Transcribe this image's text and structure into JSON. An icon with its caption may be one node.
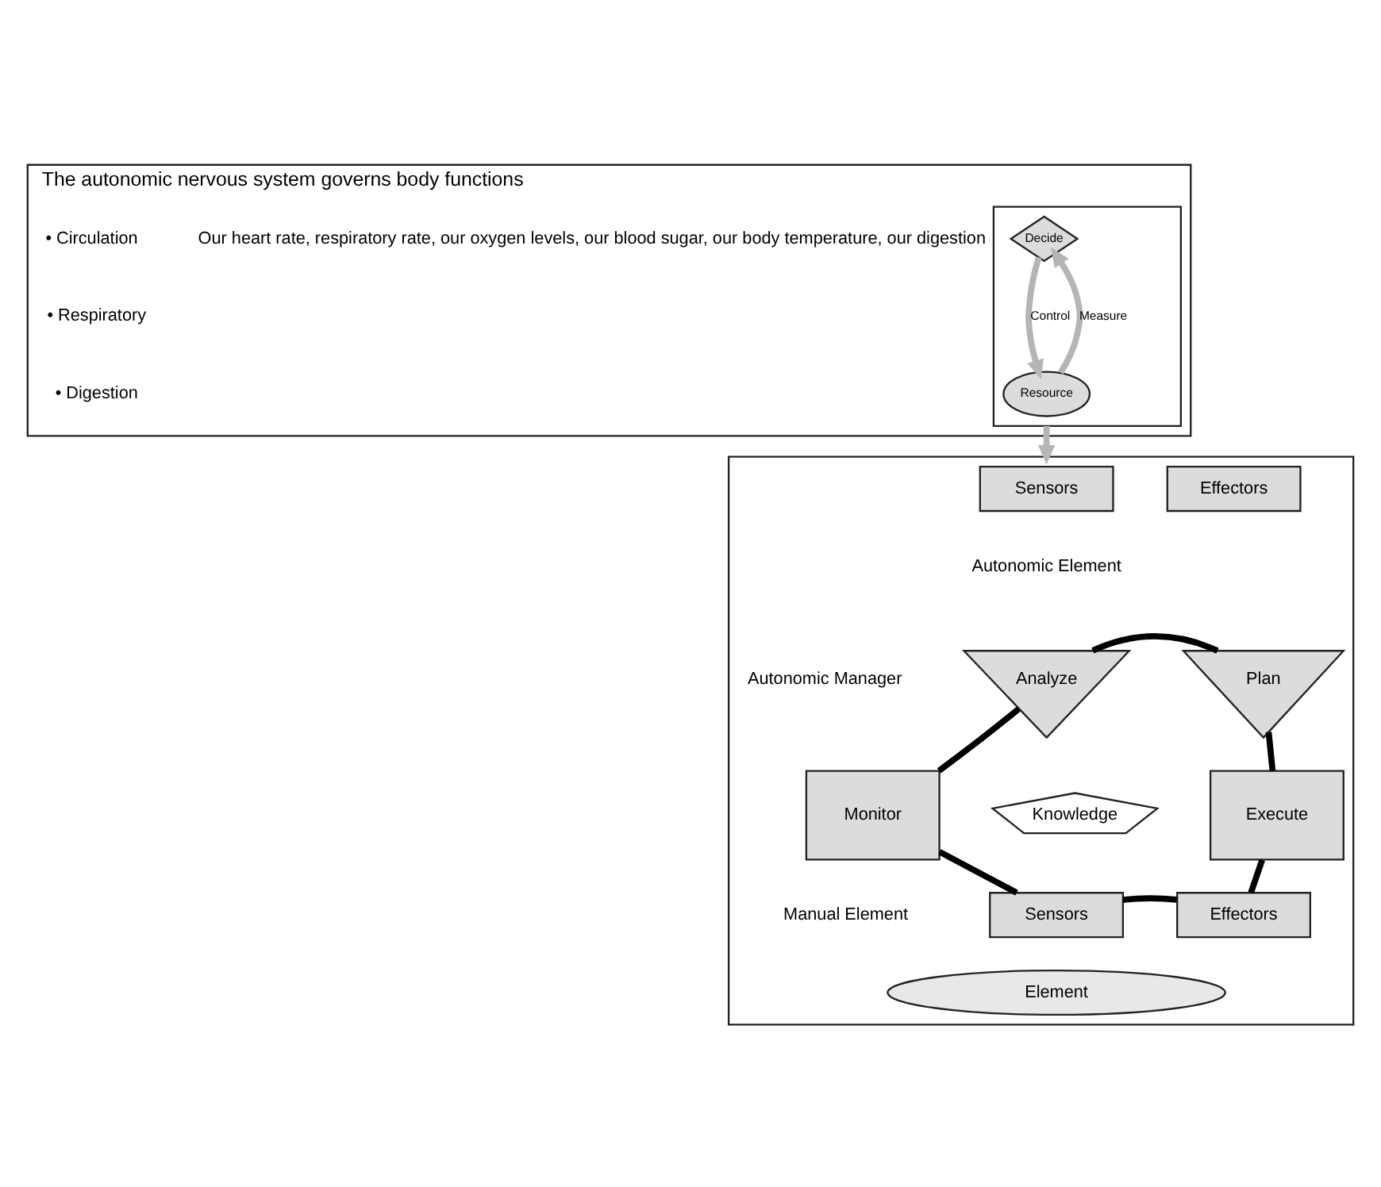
{
  "diagram": {
    "nodes": [
      {
        "text": [
          "The autonomic nervous system governs body functions"
        ]
      },
      {
        "text": [],
        "shape": "box",
        "in": 0
      },
      {
        "text": [
          "Decide"
        ],
        "in": 1
      },
      {
        "text": [
          "Resource"
        ],
        "in": 1
      },
      {
        "text": [],
        "shape": "box"
      },
      {
        "text": [
          "Sensors"
        ],
        "in": 4
      },
      {
        "text": [
          "Effectors"
        ],
        "in": 4
      },
      {
        "text": [
          "Analyze"
        ],
        "in": 4
      },
      {
        "text": [
          "Plan"
        ],
        "in": 4
      },
      {
        "text": [
          "Monitor"
        ],
        "in": 4
      },
      {
        "text": [
          "Execute"
        ],
        "in": 4
      },
      {
        "text": [
          "Knowledge"
        ],
        "in": 4
      },
      {
        "text": [
          "Sensors"
        ],
        "in": 4
      },
      {
        "text": [
          "Effectors"
        ],
        "in": 4
      },
      {
        "text": [
          "Element"
        ],
        "in": 4
      }
    ],
    "edges": [
      {
        "from": 3,
        "to": 2,
        "arrow": "to",
        "label": "Measure",
        "color": "#b5b5b5"
      },
      {
        "from": 2,
        "to": 3,
        "arrow": "to",
        "label": "Control",
        "color": "#b5b5b5"
      },
      {
        "from": 1,
        "to": 4,
        "arrow": "to",
        "color": "#b5b5b5"
      },
      {
        "from": 9,
        "to": 7,
        "arrow": "none"
      },
      {
        "from": 7,
        "to": 8,
        "arrow": "none"
      },
      {
        "from": 8,
        "to": 10,
        "arrow": "none"
      },
      {
        "from": 9,
        "to": 12,
        "arrow": "none"
      },
      {
        "from": 10,
        "to": 13,
        "arrow": "none"
      },
      {
        "from": 12,
        "to": 13,
        "arrow": "none"
      }
    ],
    "labels": [
      "• Circulation",
      "• Respiratory",
      "• Digestion",
      "Our heart rate, respiratory rate, our oxygen levels, our blood sugar, our body temperature, our digestion",
      "Autonomic Manager",
      "Autonomic Element",
      "Manual Element"
    ]
  }
}
